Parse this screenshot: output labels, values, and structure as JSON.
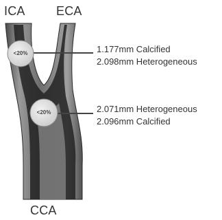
{
  "vessels": {
    "ica": "ICA",
    "eca": "ECA",
    "cca": "CCA"
  },
  "lesions": [
    {
      "stenosis": "<20%",
      "measurements": [
        "1.177mm Calcified",
        "2.098mm Heterogeneous"
      ]
    },
    {
      "stenosis": "<20%",
      "measurements": [
        "2.071mm Heterogeneous",
        "2.096mm Calcified"
      ]
    }
  ],
  "colors": {
    "vessel_wall": "#8c8c8c",
    "vessel_dark": "#3a3a3a",
    "lumen": "#1c1c1c",
    "marker_fill": "#dcdcdc",
    "leader_line": "#444444"
  }
}
